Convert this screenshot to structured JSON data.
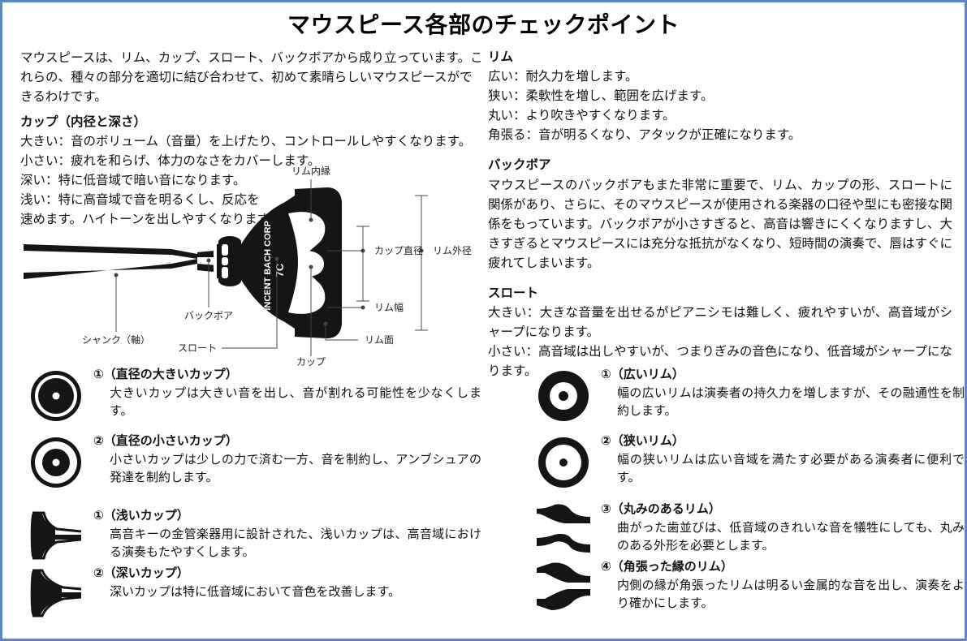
{
  "meta": {
    "title": "マウスピース各部のチェックポイント",
    "border_color": "#5b87c4",
    "ink_color": "#1a1a1a"
  },
  "left_column": {
    "intro": "マウスピースは、リム、カップ、スロート、バックボアから成り立っています。これらの、種々の部分を適切に結び合わせて、初めて素晴らしいマウスピースができるわけです。",
    "cup_section": {
      "heading": "カップ（内径と深さ）",
      "lines": [
        "大きい：音のボリューム（音量）を上げたり、コントロールしやすくなります。",
        "小さい：疲れを和らげ、体力のなさをカバーします。",
        "深い：特に低音域で暗い音になります。",
        "浅い：特に高音域で音を明るくし、反応を",
        "速めます。ハイトーンを出しやすくなります。"
      ]
    }
  },
  "right_column": {
    "rim_section": {
      "heading": "リム",
      "lines": [
        "広い：耐久力を増します。",
        "狭い：柔軟性を増し、範囲を広げます。",
        "丸い：より吹きやすくなります。",
        "角張る：音が明るくなり、アタックが正確になります。"
      ]
    },
    "backbore_section": {
      "heading": "バックボア",
      "body": "マウスピースのバックボアもまた非常に重要で、リム、カップの形、スロートに関係があり、さらに、そのマウスピースが使用される楽器の口径や型にも密接な関係をもっています。バックボアが小さすぎると、高音は響きにくくなりますし、大きすぎるとマウスピースには充分な抵抗がなくなり、短時間の演奏で、唇はすぐに疲れてしまいます。"
    },
    "throat_section": {
      "heading": "スロート",
      "lines": [
        "大きい：大きな音量を出せるがピアニシモは難しく、疲れやすいが、高音域がシャープになります。",
        "小さい：高音域は出しやすいが、つまりぎみの音色になり、低音域がシャープになります。"
      ]
    }
  },
  "diagram": {
    "engraving_brand": "VINCENT BACH CORP",
    "engraving_model": "7C",
    "labels": [
      {
        "id": "rim-inner-edge",
        "text": "リム内縁"
      },
      {
        "id": "cup-diameter",
        "text": "カップ直径"
      },
      {
        "id": "rim-outer-diameter",
        "text": "リム外径"
      },
      {
        "id": "rim-width",
        "text": "リム幅"
      },
      {
        "id": "rim-face",
        "text": "リム面"
      },
      {
        "id": "backbore",
        "text": "バックボア"
      },
      {
        "id": "shank",
        "text": "シャンク（軸）"
      },
      {
        "id": "throat",
        "text": "スロート"
      },
      {
        "id": "cup",
        "text": "カップ"
      }
    ]
  },
  "cup_items": [
    {
      "marker": "①",
      "label": "（直径の大きいカップ）",
      "desc": "大きいカップは大きい音を出し、音が割れる可能性を少なくします。",
      "icon": "cup-large-diameter-icon"
    },
    {
      "marker": "②",
      "label": "（直径の小さいカップ）",
      "desc": "小さいカップは少しの力で済む一方、音を制約し、アンブシュアの発達を制約します。",
      "icon": "cup-small-diameter-icon"
    },
    {
      "marker": "①",
      "label": "（浅いカップ）",
      "desc": "高音キーの金管楽器用に設計された、浅いカップは、高音域における演奏もたやすくします。",
      "icon": "cup-shallow-profile-icon"
    },
    {
      "marker": "②",
      "label": "（深いカップ）",
      "desc": "深いカップは特に低音域において音色を改善します。",
      "icon": "cup-deep-profile-icon"
    }
  ],
  "rim_items": [
    {
      "marker": "①",
      "label": "（広いリム）",
      "desc": "幅の広いリムは演奏者の持久力を増しますが、その融通性を制約します。",
      "icon": "rim-wide-icon"
    },
    {
      "marker": "②",
      "label": "（狭いリム）",
      "desc": "幅の狭いリムは広い音域を満たす必要がある演奏者に便利です。",
      "icon": "rim-narrow-icon"
    },
    {
      "marker": "③",
      "label": "（丸みのあるリム）",
      "desc": "曲がった歯並びは、低音域のきれいな音を犠牲にしても、丸みのある外形を必要とします。",
      "icon": "rim-rounded-profile-icon"
    },
    {
      "marker": "④",
      "label": "（角張った縁のリム）",
      "desc": "内側の縁が角張ったリムは明るい金属的な音を出し、演奏をより確かにします。",
      "icon": "rim-sharp-edge-profile-icon"
    }
  ]
}
